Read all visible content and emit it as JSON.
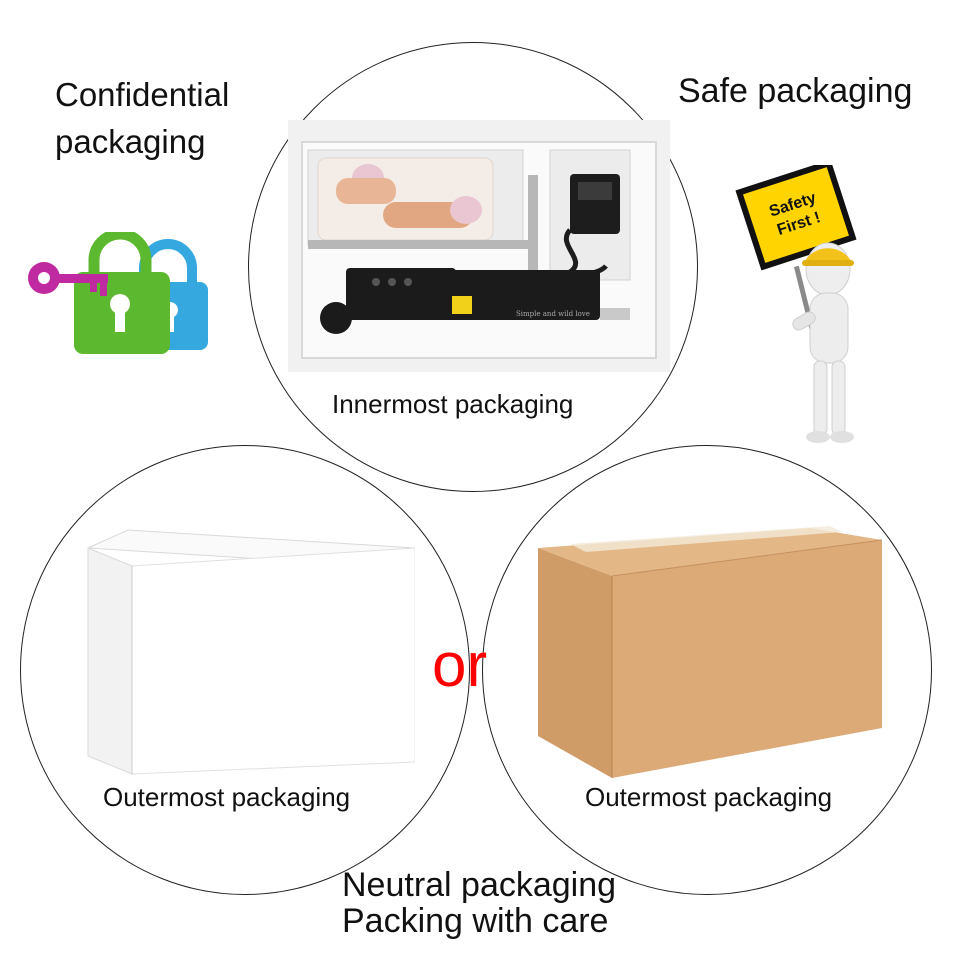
{
  "headings": {
    "confidential_line1": "Confidential",
    "confidential_line2": "packaging",
    "safe": "Safe packaging"
  },
  "circles": {
    "inner_caption": "Innermost packaging",
    "outer_left_caption": "Outermost packaging",
    "outer_right_caption": "Outermost packaging",
    "or_word": "or"
  },
  "footer": {
    "line1": "Neutral packaging",
    "line2": "Packing with care"
  },
  "sign": {
    "line1": "Safety",
    "line2": "First !"
  },
  "device_label": "Simple and wild love",
  "colors": {
    "or_red": "#ff0000",
    "sign_yellow": "#ffd400",
    "lock_green": "#5cb82e",
    "lock_blue": "#35a8e0",
    "key_magenta": "#c02aa0",
    "kraft": "#d9a877"
  },
  "icons": [
    "lock-icon",
    "key-icon",
    "safety-sign-icon",
    "worker-figure-icon"
  ]
}
